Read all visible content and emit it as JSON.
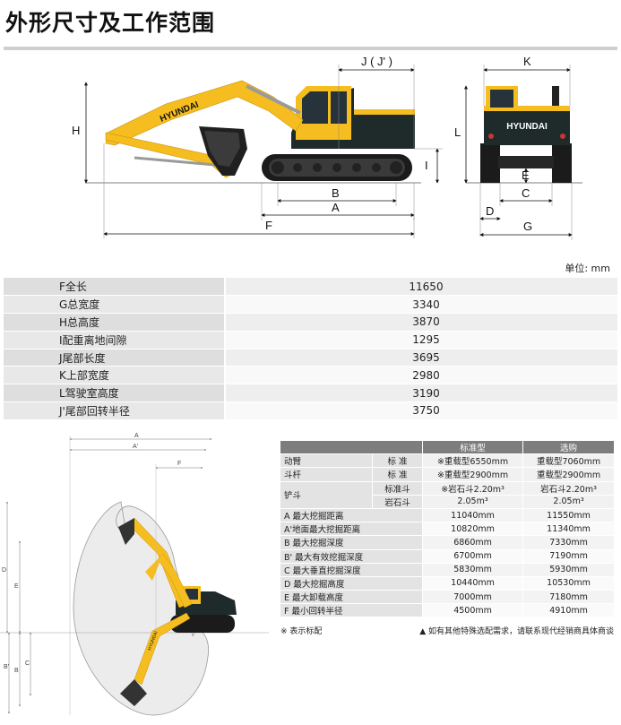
{
  "title": "外形尺寸及工作范围",
  "brand": "HYUNDAI",
  "top_dims": [
    "J ( J' )",
    "K",
    "H",
    "L",
    "I",
    "E",
    "B",
    "C",
    "A",
    "D",
    "F",
    "G"
  ],
  "unit": "单位: mm",
  "main_specs": [
    {
      "label": "F全长",
      "value": "11650"
    },
    {
      "label": "G总宽度",
      "value": "3340"
    },
    {
      "label": "H总高度",
      "value": "3870"
    },
    {
      "label": "I配重离地间隙",
      "value": "1295"
    },
    {
      "label": "J尾部长度",
      "value": "3695"
    },
    {
      "label": "K上部宽度",
      "value": "2980"
    },
    {
      "label": "L驾驶室高度",
      "value": "3190"
    },
    {
      "label": "J'尾部回转半径",
      "value": "3750"
    }
  ],
  "range_dims": [
    "A",
    "A'",
    "F",
    "D",
    "E",
    "B'",
    "B",
    "C"
  ],
  "range_table": {
    "headers": [
      "标准型",
      "选购"
    ],
    "config": [
      {
        "group": "动臂",
        "sub": "标 准",
        "std": "※重载型6550mm",
        "opt": "重载型7060mm"
      },
      {
        "group": "斗杆",
        "sub": "标 准",
        "std": "※重载型2900mm",
        "opt": "重载型2900mm"
      }
    ],
    "bucket": {
      "group": "铲斗",
      "rows": [
        {
          "sub": "标准斗",
          "std": "※岩石斗2.20m³",
          "opt": "岩石斗2.20m³"
        },
        {
          "sub": "岩石斗",
          "std": "2.05m³",
          "opt": "2.05m³"
        }
      ]
    },
    "rows": [
      {
        "label": "A 最大挖掘距离",
        "std": "11040mm",
        "opt": "11550mm"
      },
      {
        "label": "A'地面最大挖掘距离",
        "std": "10820mm",
        "opt": "11340mm"
      },
      {
        "label": "B 最大挖掘深度",
        "std": "6860mm",
        "opt": "7330mm"
      },
      {
        "label": "B' 最大有效挖掘深度",
        "std": "6700mm",
        "opt": "7190mm"
      },
      {
        "label": "C 最大垂直挖掘深度",
        "std": "5830mm",
        "opt": "5930mm"
      },
      {
        "label": "D 最大挖掘高度",
        "std": "10440mm",
        "opt": "10530mm"
      },
      {
        "label": "E 最大卸载高度",
        "std": "7000mm",
        "opt": "7180mm"
      },
      {
        "label": "F 最小回转半径",
        "std": "4500mm",
        "opt": "4910mm"
      }
    ]
  },
  "note_left": "※ 表示标配",
  "note_right": "▲ 如有其他特殊选配需求，请联系现代经销商具体商谈",
  "colors": {
    "yellow": "#f5bd1f",
    "dark": "#1e2b2a",
    "tableGray": "#7d7d7d"
  }
}
